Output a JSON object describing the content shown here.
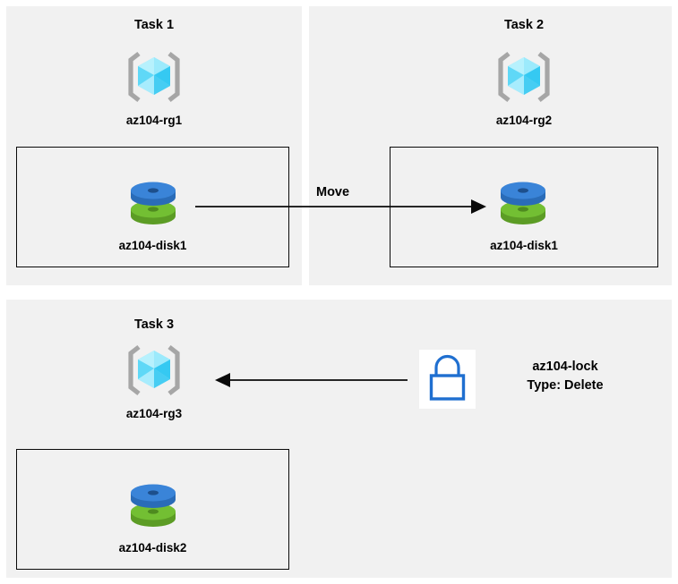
{
  "diagram": {
    "background": "#ffffff",
    "panel_background": "#f1f1f1",
    "line_color": "#0a0a0a",
    "panels": [
      {
        "id": "task1",
        "title": "Task 1",
        "resource_group": {
          "label": "az104-rg1",
          "icon": "azure-resource-group-icon"
        },
        "resource": {
          "label": "az104-disk1",
          "icon": "azure-managed-disk-icon"
        }
      },
      {
        "id": "task2",
        "title": "Task 2",
        "resource_group": {
          "label": "az104-rg2",
          "icon": "azure-resource-group-icon"
        },
        "resource": {
          "label": "az104-disk1",
          "icon": "azure-managed-disk-icon"
        }
      },
      {
        "id": "task3",
        "title": "Task 3",
        "resource_group": {
          "label": "az104-rg3",
          "icon": "azure-resource-group-icon"
        },
        "resource": {
          "label": "az104-disk2",
          "icon": "azure-managed-disk-icon"
        }
      }
    ],
    "connectors": [
      {
        "id": "move-arrow",
        "label": "Move",
        "direction": "right",
        "from": "az104-disk1 (az104-rg1)",
        "to": "az104-rg2"
      },
      {
        "id": "lock-arrow",
        "label": "",
        "direction": "left",
        "from": "az104-lock",
        "to": "az104-rg3"
      }
    ],
    "lock": {
      "icon": "padlock-icon",
      "name": "az104-lock",
      "type_line": "Type: Delete"
    },
    "colors": {
      "cube_light": "#7fe3fb",
      "cube_mid": "#35c9f2",
      "cube_dark": "#2bb3e0",
      "bracket_grey": "#a6a6a6",
      "disk_blue": "#3a84d8",
      "disk_blue_dark": "#2a6cb8",
      "disk_green": "#73bf33",
      "disk_green_dark": "#5c9c25",
      "lock_blue": "#1f6fd0"
    }
  }
}
